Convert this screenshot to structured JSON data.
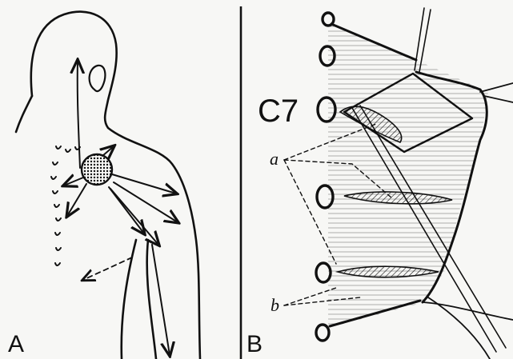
{
  "panel_a": {
    "letter": "A"
  },
  "panel_b": {
    "letter": "B",
    "vertebra_label": "C7",
    "label_a": "a",
    "label_b": "b"
  },
  "colors": {
    "ink": "#111111",
    "paper": "#f7f7f5",
    "hatch": "#bfbfbf"
  }
}
